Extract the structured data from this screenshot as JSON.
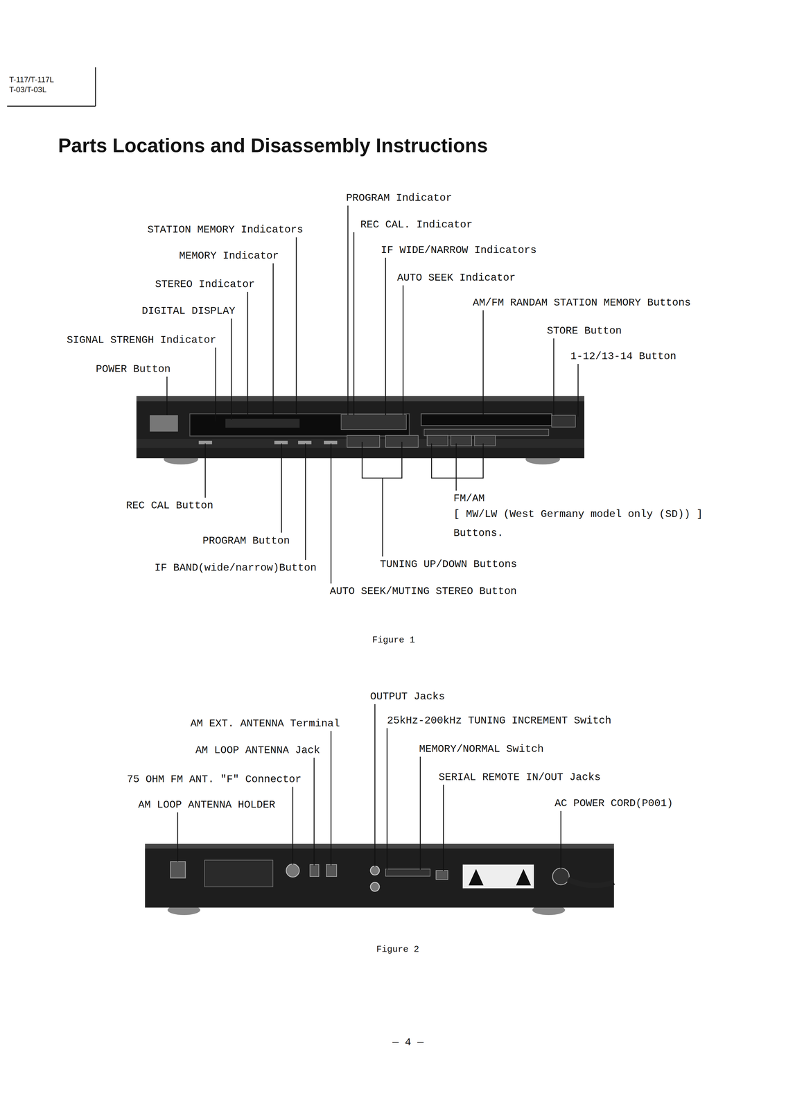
{
  "diagram": {
    "title": "Parts Locations and Disassembly Instructions",
    "labels": [
      "T-117/T-117L",
      "T-03/T-03L",
      "PROGRAM Indicator",
      "STATION MEMORY Indicators",
      "REC CAL. Indicator",
      "MEMORY Indicator",
      "IF WIDE/NARROW Indicators",
      "STEREO Indicator",
      "AUTO SEEK Indicator",
      "DIGITAL DISPLAY",
      "AM/FM RANDAM STATION MEMORY Buttons",
      "STORE Button",
      "SIGNAL STRENGH Indicator",
      "1-12/13-14 Button",
      "POWER Button",
      "REC CAL Button",
      "FM/AM",
      "[ MW/LW (West Germany model only (SD)) ]",
      "Buttons.",
      "PROGRAM Button",
      "TUNING UP/DOWN Buttons",
      "IF BAND(wide/narrow)Button",
      "AUTO SEEK/MUTING STEREO Button",
      "Figure 1",
      "OUTPUT Jacks",
      "AM EXT. ANTENNA Terminal",
      "25kHz-200kHz TUNING INCREMENT Switch",
      "AM LOOP ANTENNA Jack",
      "MEMORY/NORMAL Switch",
      "75 OHM FM ANT. \"F\" Connector",
      "SERIAL REMOTE IN/OUT Jacks",
      "AM LOOP ANTENNA HOLDER",
      "AC POWER CORD(P001)",
      "Figure 2",
      "— 4 —"
    ]
  }
}
